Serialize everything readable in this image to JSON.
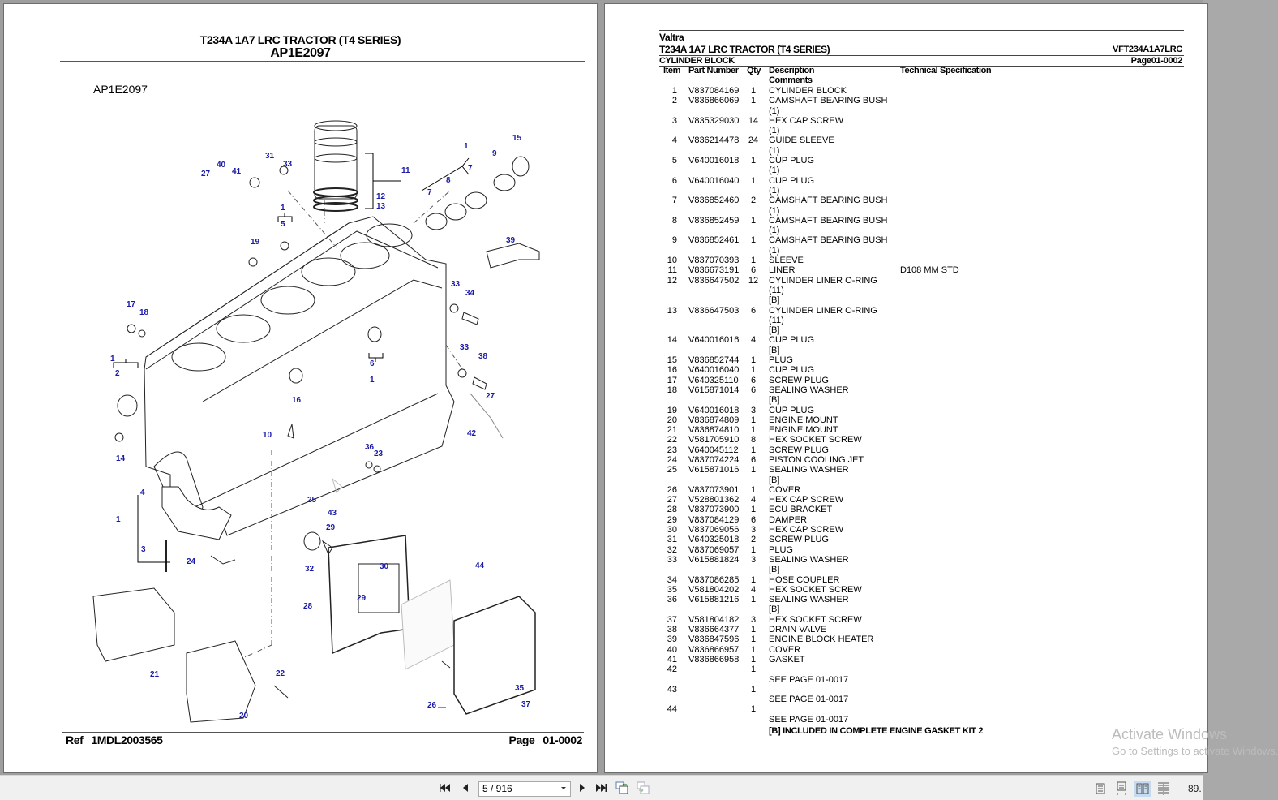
{
  "left_page": {
    "title_line1": "T234A 1A7 LRC TRACTOR (T4 SERIES)",
    "title_line2": "AP1E2097",
    "figure_ref": "AP1E2097",
    "footer_ref_label": "Ref",
    "footer_ref_value": "1MDL2003565",
    "footer_page_label": "Page",
    "footer_page_value": "01-0002",
    "diagram_callouts": [
      "1",
      "2",
      "3",
      "4",
      "5",
      "6",
      "7",
      "8",
      "9",
      "10",
      "11",
      "12",
      "13",
      "14",
      "15",
      "16",
      "17",
      "18",
      "19",
      "20",
      "21",
      "22",
      "23",
      "24",
      "25",
      "26",
      "27",
      "28",
      "29",
      "30",
      "31",
      "32",
      "33",
      "34",
      "35",
      "36",
      "37",
      "38",
      "39",
      "40",
      "41",
      "42",
      "43",
      "44"
    ]
  },
  "right_page": {
    "brand": "Valtra",
    "model": "T234A 1A7 LRC TRACTOR (T4 SERIES)",
    "model_code": "VFT234A1A7LRC",
    "section": "CYLINDER BLOCK",
    "page_ref": "Page01-0002",
    "columns": {
      "item": "Item",
      "part_number": "Part Number",
      "qty": "Qty",
      "description": "Description",
      "comments": "Comments",
      "tech_spec": "Technical Specification"
    },
    "parts": [
      {
        "item": "1",
        "part": "V837084169",
        "qty": "1",
        "desc": "CYLINDER BLOCK",
        "spec": "",
        "notes": []
      },
      {
        "item": "2",
        "part": "V836866069",
        "qty": "1",
        "desc": "CAMSHAFT BEARING BUSH",
        "spec": "",
        "notes": [
          "(1)"
        ]
      },
      {
        "item": "3",
        "part": "V835329030",
        "qty": "14",
        "desc": "HEX CAP SCREW",
        "spec": "",
        "notes": [
          "(1)"
        ]
      },
      {
        "item": "4",
        "part": "V836214478",
        "qty": "24",
        "desc": "GUIDE SLEEVE",
        "spec": "",
        "notes": [
          "(1)"
        ]
      },
      {
        "item": "5",
        "part": "V640016018",
        "qty": "1",
        "desc": "CUP PLUG",
        "spec": "",
        "notes": [
          "(1)"
        ]
      },
      {
        "item": "6",
        "part": "V640016040",
        "qty": "1",
        "desc": "CUP PLUG",
        "spec": "",
        "notes": [
          "(1)"
        ]
      },
      {
        "item": "7",
        "part": "V836852460",
        "qty": "2",
        "desc": "CAMSHAFT BEARING BUSH",
        "spec": "",
        "notes": [
          "(1)"
        ]
      },
      {
        "item": "8",
        "part": "V836852459",
        "qty": "1",
        "desc": "CAMSHAFT BEARING BUSH",
        "spec": "",
        "notes": [
          "(1)"
        ]
      },
      {
        "item": "9",
        "part": "V836852461",
        "qty": "1",
        "desc": "CAMSHAFT BEARING BUSH",
        "spec": "",
        "notes": [
          "(1)"
        ]
      },
      {
        "item": "10",
        "part": "V837070393",
        "qty": "1",
        "desc": "SLEEVE",
        "spec": "",
        "notes": []
      },
      {
        "item": "11",
        "part": "V836673191",
        "qty": "6",
        "desc": "LINER",
        "spec": "D108 MM STD",
        "notes": []
      },
      {
        "item": "12",
        "part": "V836647502",
        "qty": "12",
        "desc": "CYLINDER LINER O-RING",
        "spec": "",
        "notes": [
          "(11)",
          "[B]"
        ]
      },
      {
        "item": "13",
        "part": "V836647503",
        "qty": "6",
        "desc": "CYLINDER LINER O-RING",
        "spec": "",
        "notes": [
          "(11)",
          "[B]"
        ]
      },
      {
        "item": "14",
        "part": "V640016016",
        "qty": "4",
        "desc": "CUP PLUG",
        "spec": "",
        "notes": [
          "[B]"
        ]
      },
      {
        "item": "15",
        "part": "V836852744",
        "qty": "1",
        "desc": "PLUG",
        "spec": "",
        "notes": []
      },
      {
        "item": "16",
        "part": "V640016040",
        "qty": "1",
        "desc": "CUP PLUG",
        "spec": "",
        "notes": []
      },
      {
        "item": "17",
        "part": "V640325110",
        "qty": "6",
        "desc": "SCREW PLUG",
        "spec": "",
        "notes": []
      },
      {
        "item": "18",
        "part": "V615871014",
        "qty": "6",
        "desc": "SEALING WASHER",
        "spec": "",
        "notes": [
          "[B]"
        ]
      },
      {
        "item": "19",
        "part": "V640016018",
        "qty": "3",
        "desc": "CUP PLUG",
        "spec": "",
        "notes": []
      },
      {
        "item": "20",
        "part": "V836874809",
        "qty": "1",
        "desc": "ENGINE MOUNT",
        "spec": "",
        "notes": []
      },
      {
        "item": "21",
        "part": "V836874810",
        "qty": "1",
        "desc": "ENGINE MOUNT",
        "spec": "",
        "notes": []
      },
      {
        "item": "22",
        "part": "V581705910",
        "qty": "8",
        "desc": "HEX SOCKET SCREW",
        "spec": "",
        "notes": []
      },
      {
        "item": "23",
        "part": "V640045112",
        "qty": "1",
        "desc": "SCREW PLUG",
        "spec": "",
        "notes": []
      },
      {
        "item": "24",
        "part": "V837074224",
        "qty": "6",
        "desc": "PISTON COOLING JET",
        "spec": "",
        "notes": []
      },
      {
        "item": "25",
        "part": "V615871016",
        "qty": "1",
        "desc": "SEALING WASHER",
        "spec": "",
        "notes": [
          "[B]"
        ]
      },
      {
        "item": "26",
        "part": "V837073901",
        "qty": "1",
        "desc": "COVER",
        "spec": "",
        "notes": []
      },
      {
        "item": "27",
        "part": "V528801362",
        "qty": "4",
        "desc": "HEX CAP SCREW",
        "spec": "",
        "notes": []
      },
      {
        "item": "28",
        "part": "V837073900",
        "qty": "1",
        "desc": "ECU BRACKET",
        "spec": "",
        "notes": []
      },
      {
        "item": "29",
        "part": "V837084129",
        "qty": "6",
        "desc": "DAMPER",
        "spec": "",
        "notes": []
      },
      {
        "item": "30",
        "part": "V837069056",
        "qty": "3",
        "desc": "HEX CAP SCREW",
        "spec": "",
        "notes": []
      },
      {
        "item": "31",
        "part": "V640325018",
        "qty": "2",
        "desc": "SCREW PLUG",
        "spec": "",
        "notes": []
      },
      {
        "item": "32",
        "part": "V837069057",
        "qty": "1",
        "desc": "PLUG",
        "spec": "",
        "notes": []
      },
      {
        "item": "33",
        "part": "V615881824",
        "qty": "3",
        "desc": "SEALING WASHER",
        "spec": "",
        "notes": [
          "[B]"
        ]
      },
      {
        "item": "34",
        "part": "V837086285",
        "qty": "1",
        "desc": "HOSE COUPLER",
        "spec": "",
        "notes": []
      },
      {
        "item": "35",
        "part": "V581804202",
        "qty": "4",
        "desc": "HEX SOCKET SCREW",
        "spec": "",
        "notes": []
      },
      {
        "item": "36",
        "part": "V615881216",
        "qty": "1",
        "desc": "SEALING WASHER",
        "spec": "",
        "notes": [
          "[B]"
        ]
      },
      {
        "item": "37",
        "part": "V581804182",
        "qty": "3",
        "desc": "HEX SOCKET SCREW",
        "spec": "",
        "notes": []
      },
      {
        "item": "38",
        "part": "V836664377",
        "qty": "1",
        "desc": "DRAIN VALVE",
        "spec": "",
        "notes": []
      },
      {
        "item": "39",
        "part": "V836847596",
        "qty": "1",
        "desc": "ENGINE BLOCK HEATER",
        "spec": "",
        "notes": []
      },
      {
        "item": "40",
        "part": "V836866957",
        "qty": "1",
        "desc": "COVER",
        "spec": "",
        "notes": []
      },
      {
        "item": "41",
        "part": "V836866958",
        "qty": "1",
        "desc": "GASKET",
        "spec": "",
        "notes": []
      },
      {
        "item": "42",
        "part": "",
        "qty": "1",
        "desc": "",
        "spec": "",
        "notes": [
          "SEE PAGE 01-0017"
        ]
      },
      {
        "item": "43",
        "part": "",
        "qty": "1",
        "desc": "",
        "spec": "",
        "notes": [
          "SEE PAGE 01-0017"
        ]
      },
      {
        "item": "44",
        "part": "",
        "qty": "1",
        "desc": "",
        "spec": "",
        "notes": [
          "SEE PAGE 01-0017"
        ]
      }
    ],
    "footnote": "[B] INCLUDED IN COMPLETE ENGINE GASKET KIT 2"
  },
  "watermark": {
    "line1": "Activate Windows",
    "line2": "Go to Settings to activate Windows."
  },
  "toolbar": {
    "page_indicator": "5 / 916",
    "zoom": "89.",
    "icons": [
      "first-page-icon",
      "previous-page-icon",
      "next-page-icon",
      "last-page-icon",
      "previous-view-icon",
      "next-view-icon",
      "single-page-view-icon",
      "continuous-view-icon",
      "facing-view-icon",
      "continuous-facing-view-icon"
    ]
  }
}
